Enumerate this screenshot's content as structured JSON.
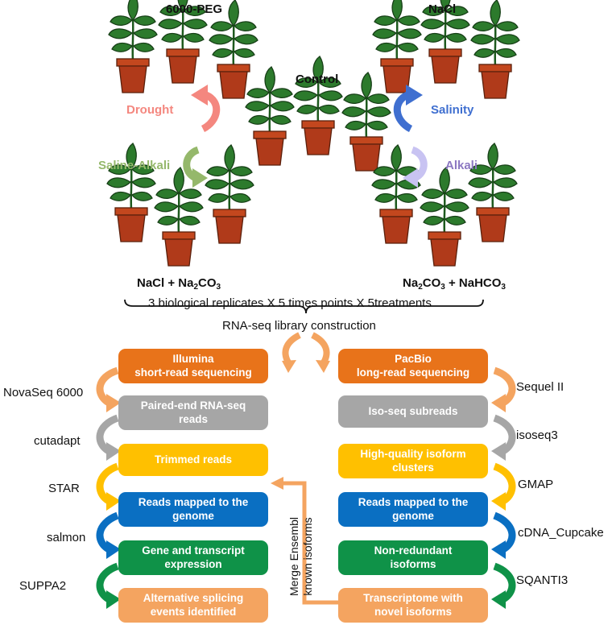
{
  "conditions": {
    "control": "Control",
    "peg": "6000-PEG",
    "nacl": "NaCl",
    "mix_left_pre": "NaCl + Na",
    "mix_left_sub": "2",
    "mix_left_post": "CO",
    "mix_left_sub2": "3",
    "mix_right_a": "Na",
    "mix_right_a_sub": "2",
    "mix_right_b": "CO",
    "mix_right_b_sub": "3",
    "mix_right_c": " + NaHCO",
    "mix_right_c_sub": "3"
  },
  "treatments": {
    "drought": "Drought",
    "salinity": "Salinity",
    "saline_alkali": "Saline-Alkali",
    "alkali": "Alkali"
  },
  "design_note": "3 biological replicates X 5 times points X 5treatments",
  "library_note": "RNA-seq library construction",
  "left_pipeline": [
    {
      "line1": "Illumina",
      "line2": "short-read sequencing"
    },
    {
      "line1": "Paired-end RNA-seq",
      "line2": "reads"
    },
    {
      "line1": "Trimmed reads",
      "line2": ""
    },
    {
      "line1": "Reads mapped to the",
      "line2": "genome"
    },
    {
      "line1": "Gene and transcript",
      "line2": "expression"
    },
    {
      "line1": "Alternative splicing",
      "line2": "events identified"
    }
  ],
  "right_pipeline": [
    {
      "line1": "PacBio",
      "line2": "long-read sequencing"
    },
    {
      "line1": "Iso-seq subreads",
      "line2": ""
    },
    {
      "line1": "High-quality isoform",
      "line2": "clusters"
    },
    {
      "line1": "Reads mapped to the",
      "line2": "genome"
    },
    {
      "line1": "Non-redundant",
      "line2": "isoforms"
    },
    {
      "line1": "Transcriptome with",
      "line2": "novel isoforms"
    }
  ],
  "left_tools": [
    "NovaSeq 6000",
    "cutadapt",
    "STAR",
    "salmon",
    "SUPPA2"
  ],
  "right_tools": [
    "Sequel II",
    "isoseq3",
    "GMAP",
    "cDNA_Cupcake",
    "SQANTI3"
  ],
  "merge_note": {
    "line1": "Merge Ensembl",
    "line2": "known isoforms"
  },
  "colors": {
    "orange": "#E8731A",
    "gray": "#A6A6A6",
    "yellow": "#FFC000",
    "blue": "#0A6FC2",
    "green": "#0F9248",
    "peach": "#F4A460",
    "drought": "#F4877F",
    "salinity": "#3F6FD0",
    "saline_alkali": "#95B86B",
    "alkali": "#8C78C2"
  }
}
